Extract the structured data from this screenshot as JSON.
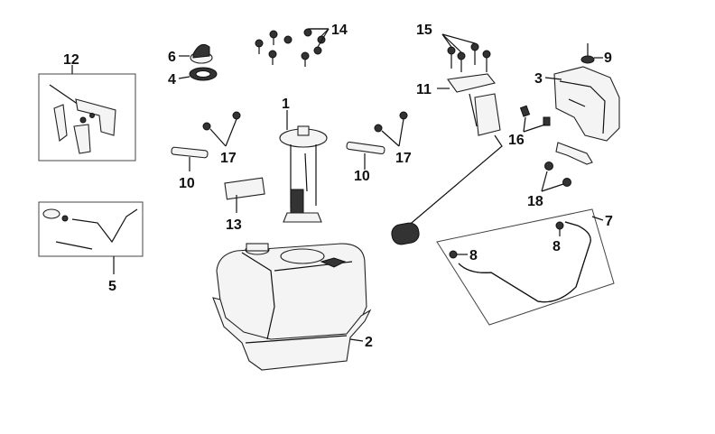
{
  "callouts": {
    "c1": "1",
    "c2": "2",
    "c3": "3",
    "c4": "4",
    "c5": "5",
    "c6": "6",
    "c7": "7",
    "c8a": "8",
    "c8b": "8",
    "c9": "9",
    "c10a": "10",
    "c10b": "10",
    "c11": "11",
    "c12": "12",
    "c13": "13",
    "c14": "14",
    "c15": "15",
    "c16": "16",
    "c17a": "17",
    "c17b": "17",
    "c18": "18"
  },
  "colors": {
    "line": "#111111",
    "part_fill": "#f4f4f4",
    "dark_fill": "#333333",
    "background": "#ffffff"
  }
}
